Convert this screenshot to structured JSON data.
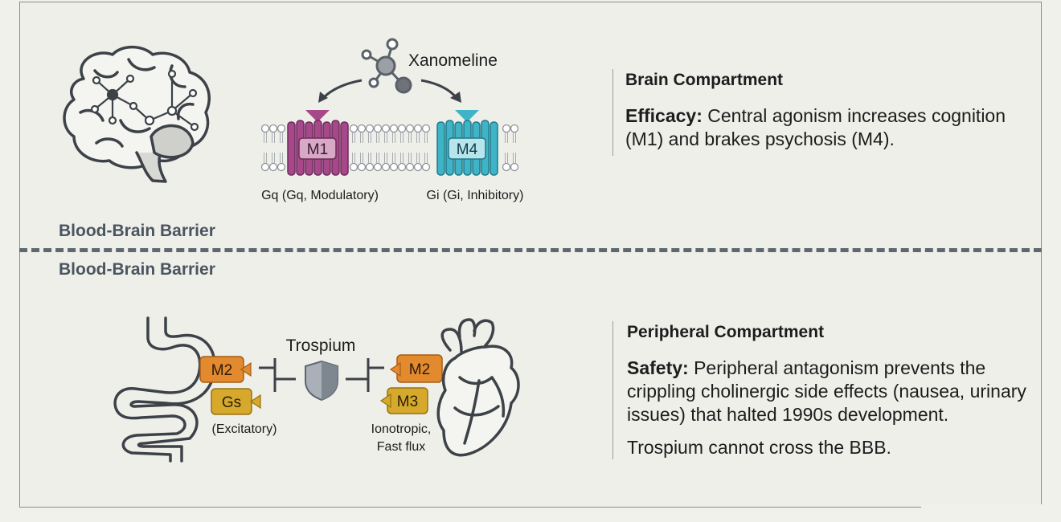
{
  "barrier": {
    "label_top": "Blood-Brain Barrier",
    "label_bottom": "Blood-Brain Barrier"
  },
  "brain_diagram": {
    "drug": "Xanomeline",
    "receptor_left": "M1",
    "receptor_right": "M4",
    "caption_left": "Gq (Gq, Modulatory)",
    "caption_right": "Gi (Gi, Inhibitory)"
  },
  "brain_panel": {
    "heading": "Brain Compartment",
    "efficacy_label": "Efficacy:",
    "efficacy_text": " Central agonism increases cognition (M1) and brakes psychosis (M4)."
  },
  "peripheral_diagram": {
    "drug": "Trospium",
    "gut_receptor_1": "M2",
    "gut_receptor_2": "Gs",
    "gut_caption": "(Excitatory)",
    "heart_receptor_1": "M2",
    "heart_receptor_2": "M3",
    "heart_caption_line1": "Ionotropic,",
    "heart_caption_line2": "Fast flux"
  },
  "peripheral_panel": {
    "heading": "Peripheral Compartment",
    "safety_label": "Safety:",
    "safety_text": " Peripheral antagonism prevents the crippling cholinergic side effects (nausea, urinary issues) that halted 1990s development.",
    "bbb_note": "Trospium cannot cross the BBB."
  },
  "colors": {
    "m1": "#a6488a",
    "m4": "#3fb4c7",
    "m2": "#e38a2e",
    "gs": "#d6a82c",
    "divider": "#5d6870"
  }
}
